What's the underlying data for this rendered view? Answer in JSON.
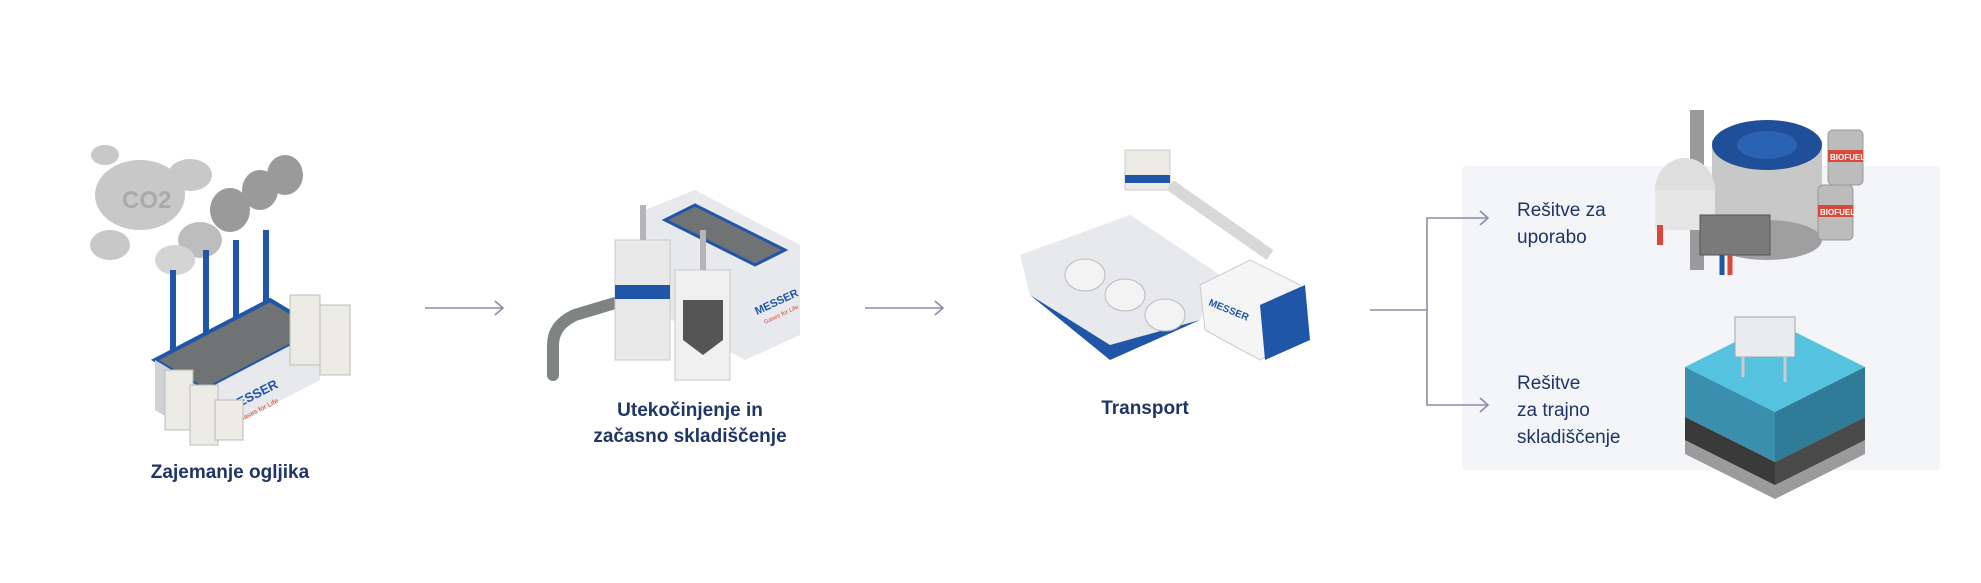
{
  "steps": [
    {
      "label": "Zajemanje ogljika"
    },
    {
      "label_line1": "Utekočinjenje in",
      "label_line2": "začasno skladiščenje"
    },
    {
      "label": "Transport"
    }
  ],
  "outcomes": [
    {
      "line1": "Rešitve za",
      "line2": "uporabo"
    },
    {
      "line1": "Rešitve",
      "line2": "za trajno",
      "line3": "skladiščenje"
    }
  ],
  "illustration_text": {
    "co2": "CO2",
    "brand": "MESSER",
    "tagline": "Gases for Life",
    "barrel": "BIOFUEL"
  },
  "colors": {
    "text": "#1f3566",
    "arrow": "#8e8aa8",
    "brand_blue": "#1f56a8",
    "panel": "#f3f5f9",
    "red": "#d9483b",
    "water": "#4fb8d8"
  }
}
